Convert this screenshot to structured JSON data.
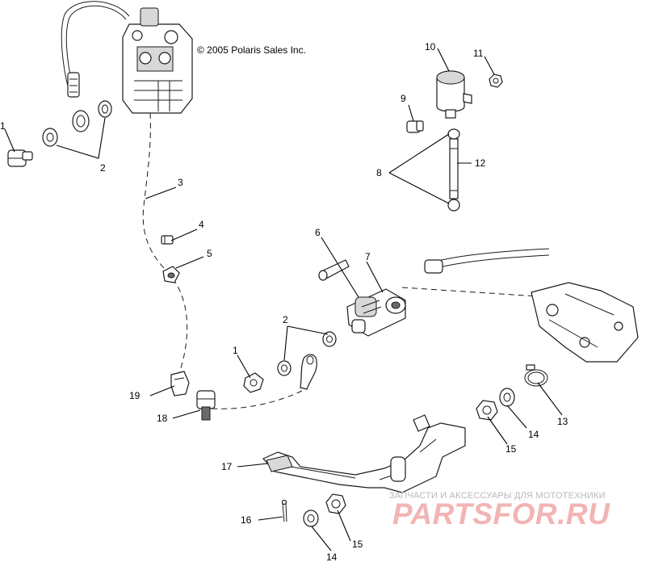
{
  "copyright": "© 2005 Polaris Sales Inc.",
  "callouts": {
    "c1_top": "1",
    "c2_top": "2",
    "c3": "3",
    "c4": "4",
    "c5": "5",
    "c6": "6",
    "c7": "7",
    "c8": "8",
    "c9": "9",
    "c10": "10",
    "c11": "11",
    "c12": "12",
    "c2_mid": "2",
    "c1_mid": "1",
    "c13": "13",
    "c14_right": "14",
    "c15_right": "15",
    "c17": "17",
    "c18": "18",
    "c19": "19",
    "c16": "16",
    "c15_bottom": "15",
    "c14_bottom": "14"
  },
  "watermark": {
    "tagline": "ЗАПЧАСТИ И АКСЕССУАРЫ ДЛЯ МОТОТЕХНИКИ",
    "logo": "PARTSFOR.RU"
  }
}
